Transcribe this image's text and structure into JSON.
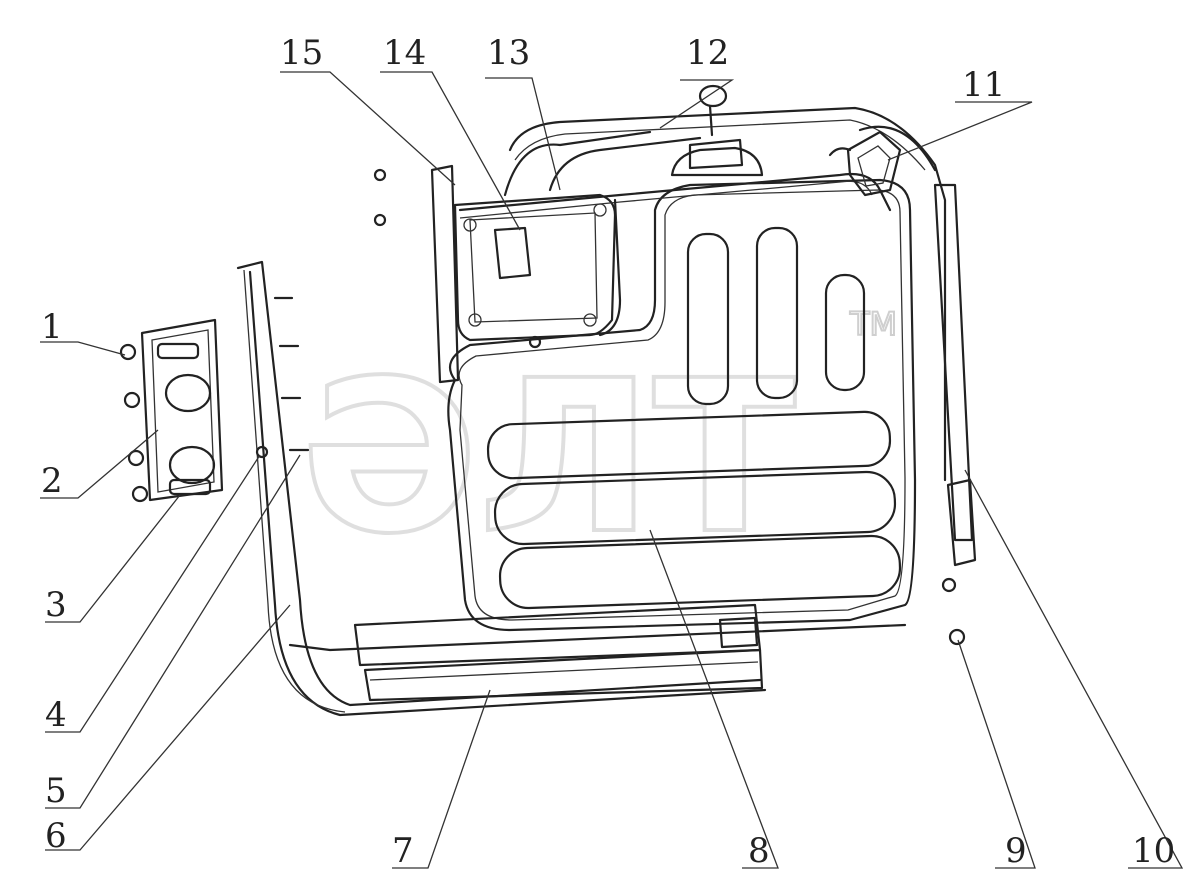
{
  "diagram": {
    "watermark_text": "ӘЛТ",
    "watermark_tm": "TM",
    "callouts": [
      {
        "id": "1",
        "label": "1"
      },
      {
        "id": "2",
        "label": "2"
      },
      {
        "id": "3",
        "label": "3"
      },
      {
        "id": "4",
        "label": "4"
      },
      {
        "id": "5",
        "label": "5"
      },
      {
        "id": "6",
        "label": "6"
      },
      {
        "id": "7",
        "label": "7"
      },
      {
        "id": "8",
        "label": "8"
      },
      {
        "id": "9",
        "label": "9"
      },
      {
        "id": "10",
        "label": "10"
      },
      {
        "id": "11",
        "label": "11"
      },
      {
        "id": "12",
        "label": "12"
      },
      {
        "id": "13",
        "label": "13"
      },
      {
        "id": "14",
        "label": "14"
      },
      {
        "id": "15",
        "label": "15"
      }
    ]
  }
}
